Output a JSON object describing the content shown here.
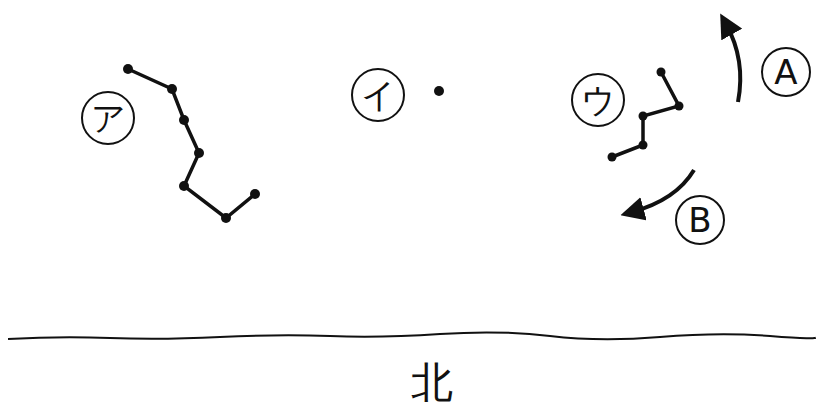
{
  "diagram": {
    "labels": [
      "ア",
      "イ",
      "ウ",
      "A",
      "B",
      "北"
    ]
  }
}
